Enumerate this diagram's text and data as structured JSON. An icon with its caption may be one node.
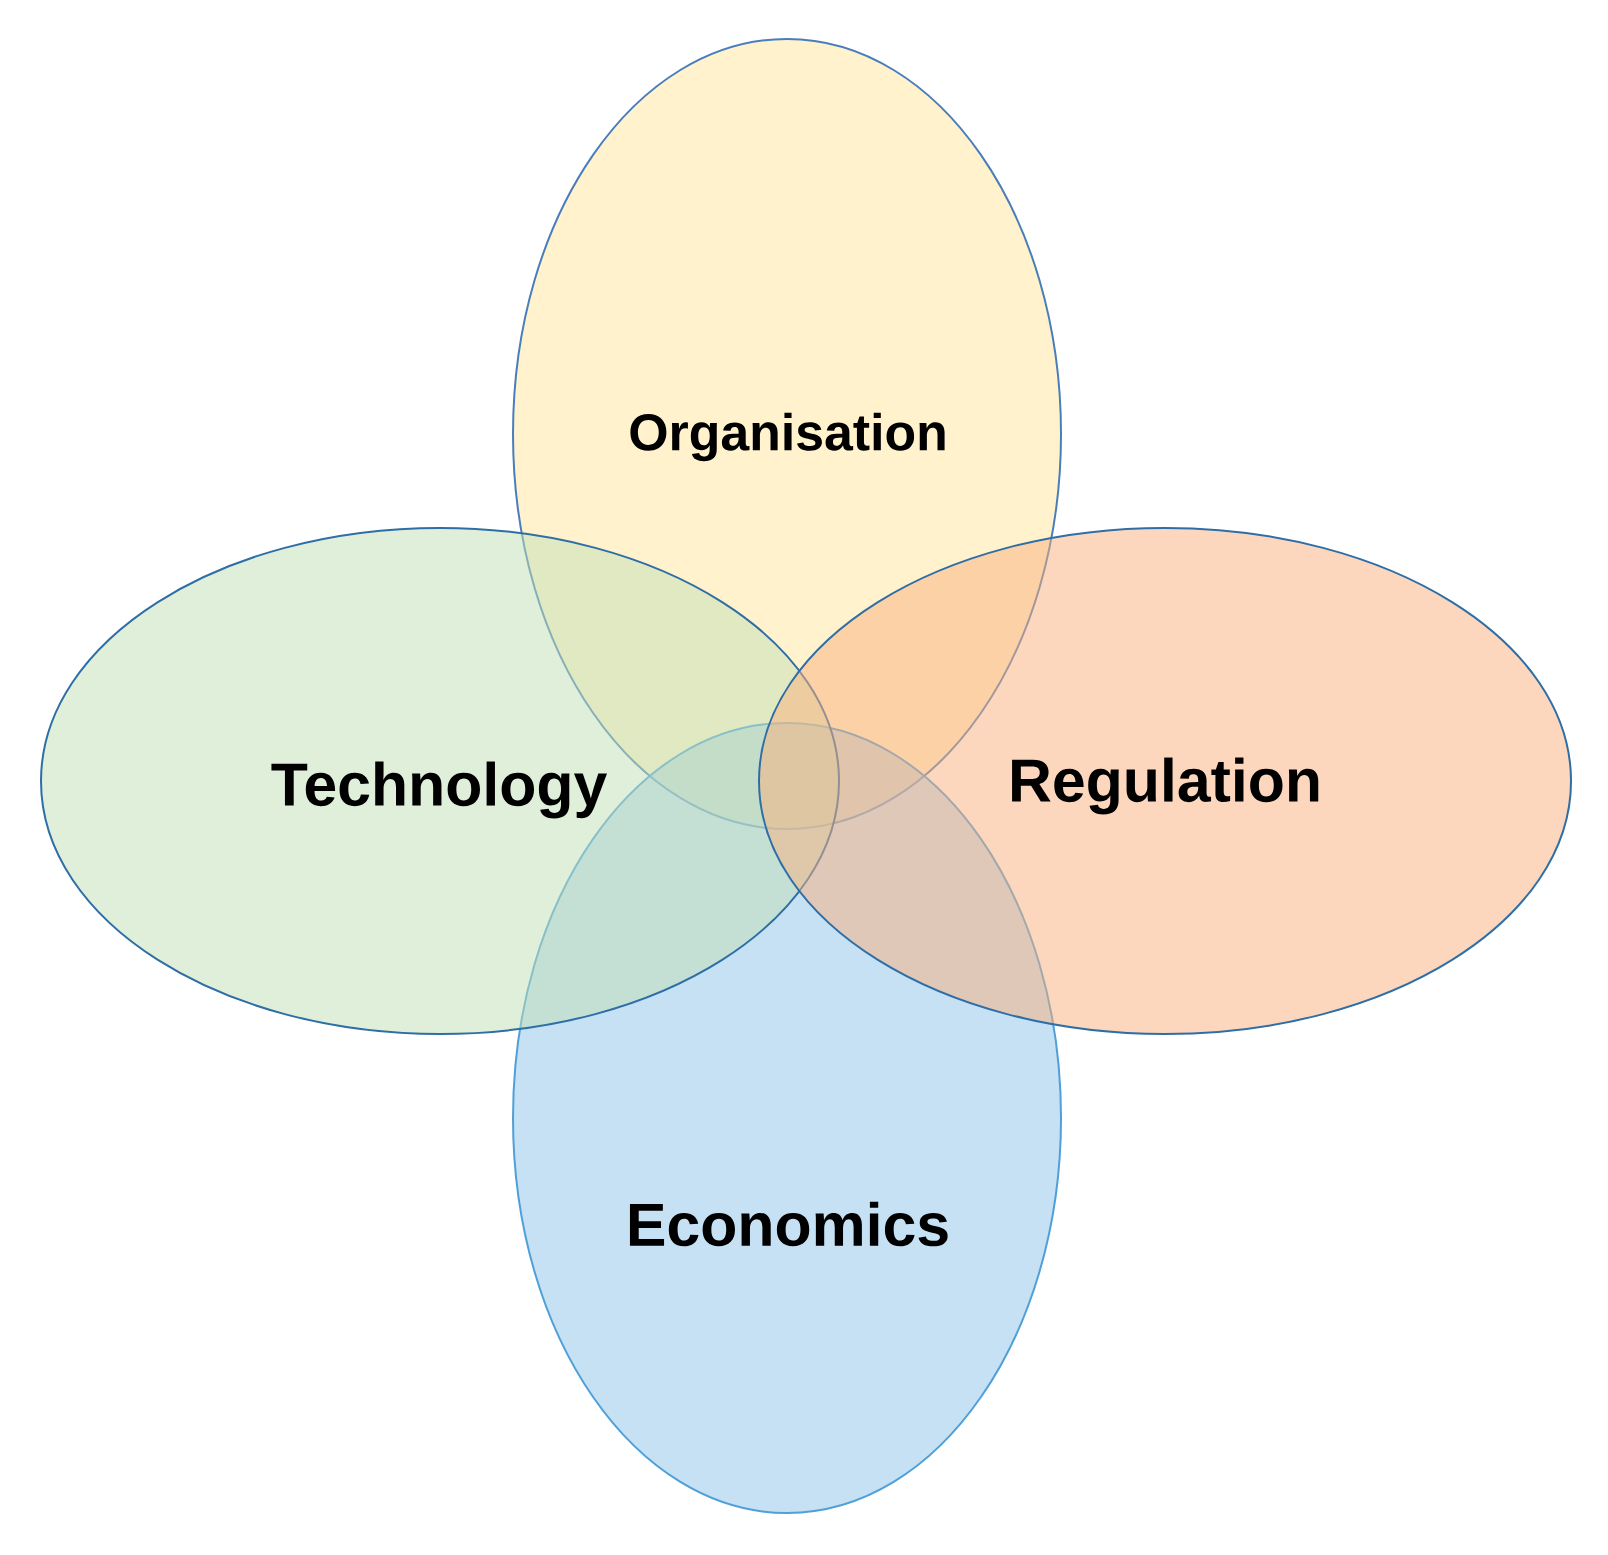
{
  "diagram": {
    "nodes": [
      {
        "text": [
          "Organisation"
        ]
      },
      {
        "text": [
          "Technology"
        ]
      },
      {
        "text": [
          "Regulation"
        ]
      },
      {
        "text": [
          "Economics"
        ]
      }
    ]
  }
}
